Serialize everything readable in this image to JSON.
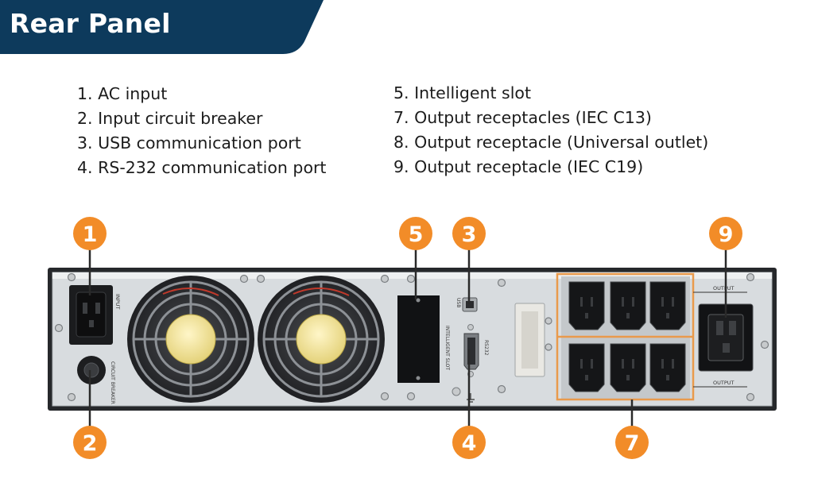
{
  "header": {
    "title": "Rear Panel"
  },
  "legend": {
    "left": [
      "1. AC input",
      "2. Input circuit breaker",
      "3. USB communication port",
      "4. RS-232 communication port"
    ],
    "right": [
      "5. Intelligent slot",
      "7. Output receptacles (IEC C13)",
      "8. Output receptacle (Universal outlet)",
      "9. Output receptacle (IEC C19)"
    ]
  },
  "callouts": [
    "1",
    "2",
    "5",
    "3",
    "4",
    "9",
    "7"
  ],
  "panel_labels": {
    "input": "INPUT",
    "breaker": "CIRCUIT BREAKER",
    "slot": "INTELLIGENT SLOT",
    "usb": "USB",
    "rs232": "RS232",
    "output": "OUTPUT"
  },
  "colors": {
    "banner": "#0d3a5c",
    "callout": "#f28c28",
    "panel": "#2c2e31",
    "highlight": "#e99a4c"
  }
}
